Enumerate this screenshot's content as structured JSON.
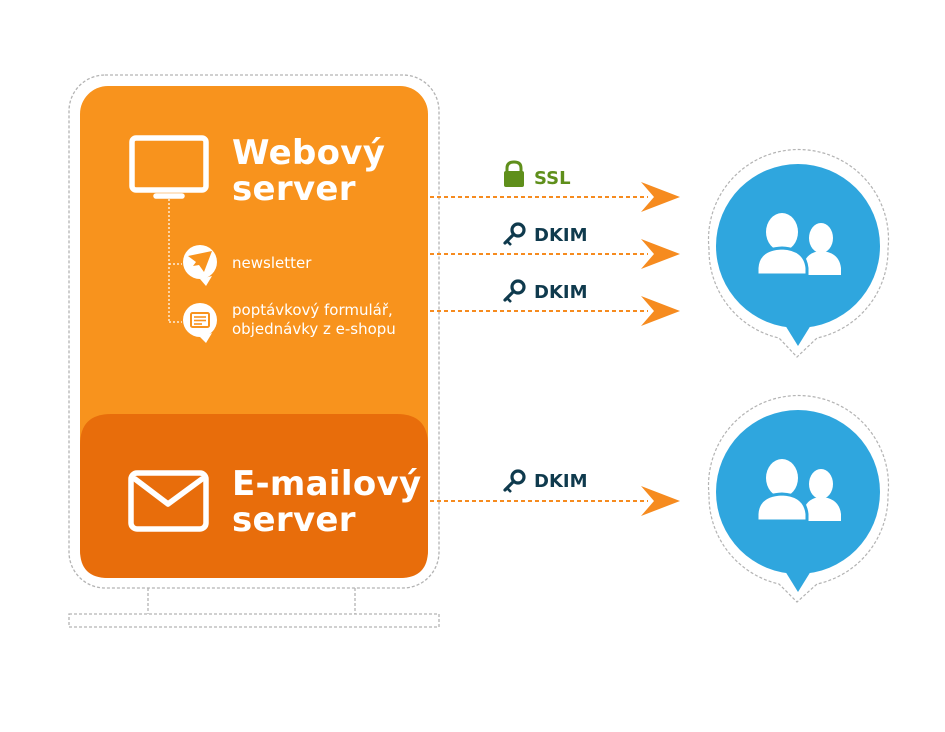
{
  "colors": {
    "orange": "#f8931d",
    "orange_dark": "#e86d0b",
    "arrow": "#f68b1f",
    "blue": "#2fa6de",
    "ssl_green": "#5f8f1b",
    "dkim_navy": "#0f3a4d"
  },
  "server": {
    "web_title": [
      "Webový",
      "server"
    ],
    "features": [
      {
        "icon": "paper-plane-icon",
        "label": "newsletter"
      },
      {
        "icon": "form-icon",
        "lines": [
          "poptávkový formulář,",
          "objednávky z e-shopu"
        ]
      }
    ],
    "email_title": [
      "E-mailový",
      "server"
    ]
  },
  "connections": [
    {
      "icon": "lock-icon",
      "label": "SSL",
      "color": "#5f8f1b"
    },
    {
      "icon": "key-icon",
      "label": "DKIM",
      "color": "#0f3a4d"
    },
    {
      "icon": "key-icon",
      "label": "DKIM",
      "color": "#0f3a4d"
    },
    {
      "icon": "key-icon",
      "label": "DKIM",
      "color": "#0f3a4d"
    }
  ],
  "recipients": [
    {
      "icon": "users-icon"
    },
    {
      "icon": "users-icon"
    }
  ]
}
